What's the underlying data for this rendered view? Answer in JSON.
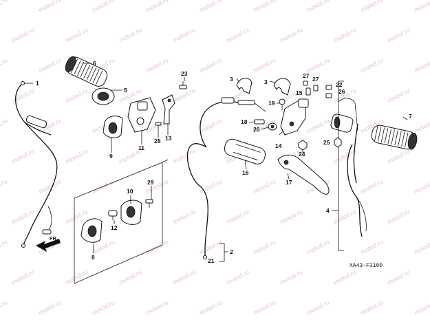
{
  "diagram": {
    "watermark_text": "motod.ru",
    "diagram_code": "XA43-F3100",
    "direction_label": "FR.",
    "callouts": [
      {
        "id": "c1",
        "label": "1"
      },
      {
        "id": "c2",
        "label": "2"
      },
      {
        "id": "c3a",
        "label": "3"
      },
      {
        "id": "c3b",
        "label": "3"
      },
      {
        "id": "c4",
        "label": "4"
      },
      {
        "id": "c5",
        "label": "5"
      },
      {
        "id": "c6",
        "label": "6"
      },
      {
        "id": "c7",
        "label": "7"
      },
      {
        "id": "c8",
        "label": "8"
      },
      {
        "id": "c9",
        "label": "9"
      },
      {
        "id": "c10",
        "label": "10"
      },
      {
        "id": "c11",
        "label": "11"
      },
      {
        "id": "c12",
        "label": "12"
      },
      {
        "id": "c13",
        "label": "13"
      },
      {
        "id": "c14",
        "label": "14"
      },
      {
        "id": "c15",
        "label": "15"
      },
      {
        "id": "c16",
        "label": "16"
      },
      {
        "id": "c17",
        "label": "17"
      },
      {
        "id": "c18",
        "label": "18"
      },
      {
        "id": "c19",
        "label": "19"
      },
      {
        "id": "c20",
        "label": "20"
      },
      {
        "id": "c21",
        "label": "21"
      },
      {
        "id": "c22",
        "label": "22"
      },
      {
        "id": "c23",
        "label": "23"
      },
      {
        "id": "c24",
        "label": "24"
      },
      {
        "id": "c25",
        "label": "25"
      },
      {
        "id": "c26",
        "label": "26"
      },
      {
        "id": "c27a",
        "label": "27"
      },
      {
        "id": "c27b",
        "label": "27"
      },
      {
        "id": "c28",
        "label": "28"
      },
      {
        "id": "c29",
        "label": "29"
      }
    ]
  }
}
